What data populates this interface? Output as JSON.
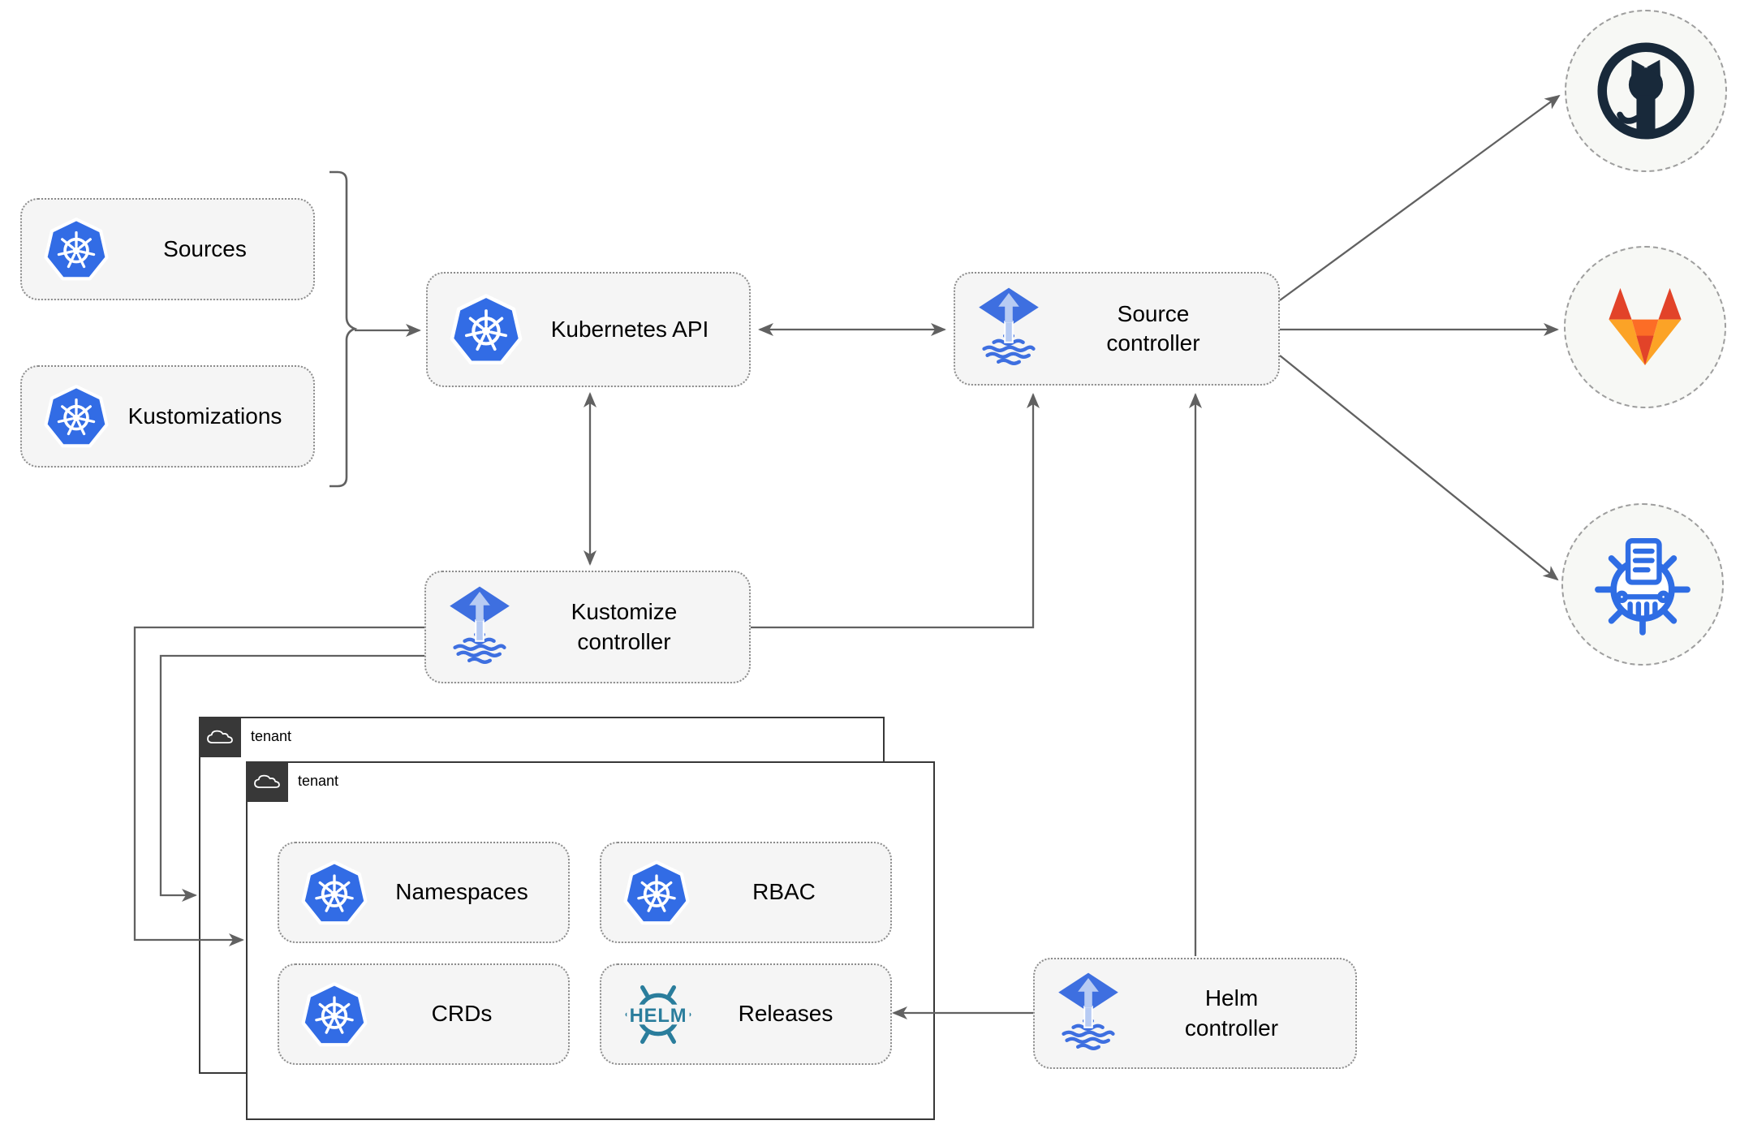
{
  "colors": {
    "node_fill": "#f5f5f5",
    "node_border": "#8c8c8c",
    "tenant_dark": "#383838",
    "circle_fill": "#f7f8f5",
    "circle_border": "#9e9e9e",
    "connector": "#616161",
    "k8s_blue": "#326ce5",
    "flux_blue": "#3e6fe0",
    "flux_light": "#b7cbf3",
    "helm_teal": "#2a7d9c",
    "github_navy": "#18293a",
    "gitlab_red": "#e24329",
    "gitlab_orange": "#fc6d26",
    "gitlab_light": "#fca326",
    "chartmuseum_blue": "#2f6de4"
  },
  "nodes": {
    "sources": {
      "label": "Sources"
    },
    "kustomizations": {
      "label": "Kustomizations"
    },
    "kubernetes_api": {
      "label": "Kubernetes API"
    },
    "source_controller": {
      "label": "Source controller"
    },
    "kustomize_controller": {
      "label": "Kustomize controller"
    },
    "helm_controller": {
      "label": "Helm controller"
    },
    "namespaces": {
      "label": "Namespaces"
    },
    "rbac": {
      "label": "RBAC"
    },
    "crds": {
      "label": "CRDs"
    },
    "releases": {
      "label": "Releases"
    }
  },
  "groups": {
    "tenant_outer": {
      "label": "tenant"
    },
    "tenant_inner": {
      "label": "tenant"
    }
  },
  "icons": {
    "helm_wordmark": "HELM",
    "kubernetes": "kubernetes-wheel",
    "flux": "flux-diamond",
    "helm": "helm-wheel",
    "cloud": "cloud",
    "github": "github-octocat",
    "gitlab": "gitlab-fox",
    "chartmuseum": "chartmuseum-wheel"
  },
  "edges": [
    {
      "from": "sources+kustomizations",
      "to": "kubernetes_api",
      "arrow": "end"
    },
    {
      "from": "kubernetes_api",
      "to": "source_controller",
      "arrow": "both"
    },
    {
      "from": "kubernetes_api",
      "to": "kustomize_controller",
      "arrow": "both"
    },
    {
      "from": "kustomize_controller",
      "to": "source_controller",
      "arrow": "end"
    },
    {
      "from": "helm_controller",
      "to": "source_controller",
      "arrow": "end"
    },
    {
      "from": "helm_controller",
      "to": "releases",
      "arrow": "end"
    },
    {
      "from": "kustomize_controller",
      "to": "tenant_inner",
      "arrow": "end"
    },
    {
      "from": "kustomize_controller",
      "to": "tenant_outer",
      "arrow": "end"
    },
    {
      "from": "source_controller",
      "to": "github",
      "arrow": "end"
    },
    {
      "from": "source_controller",
      "to": "gitlab",
      "arrow": "end"
    },
    {
      "from": "source_controller",
      "to": "chartmuseum",
      "arrow": "end"
    }
  ]
}
